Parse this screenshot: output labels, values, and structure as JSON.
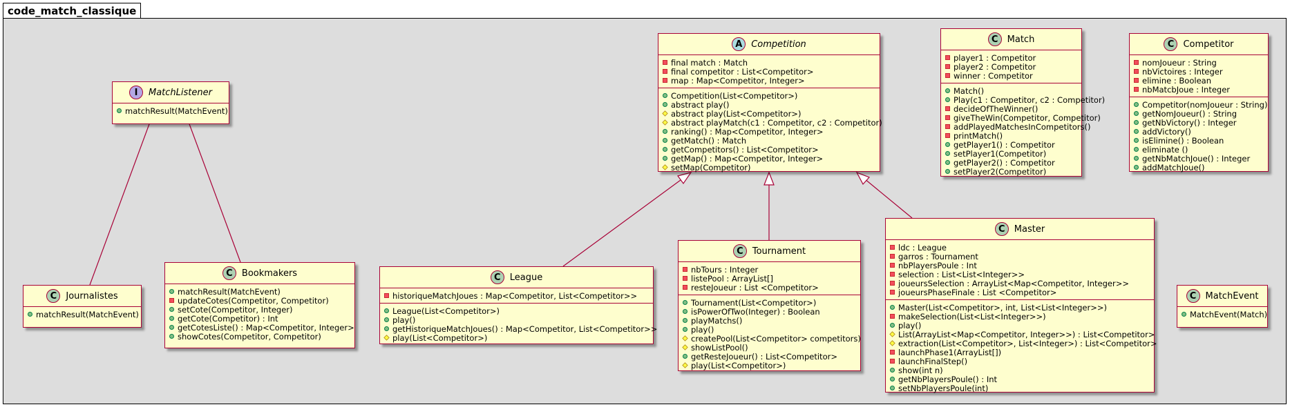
{
  "package": {
    "name": "code_match_classique"
  },
  "classes": [
    {
      "id": "competition",
      "name": "Competition",
      "stereo": "A",
      "abstract": true,
      "fields": [
        {
          "v": "private",
          "t": "final match : Match"
        },
        {
          "v": "private",
          "t": "final competitor : List<Competitor>"
        },
        {
          "v": "private",
          "t": "map : Map<Competitor, Integer>"
        }
      ],
      "methods": [
        {
          "v": "public",
          "t": "Competition(List<Competitor>)"
        },
        {
          "v": "public",
          "t": "abstract play()"
        },
        {
          "v": "protected",
          "t": "abstract play(List<Competitor>)"
        },
        {
          "v": "protected",
          "t": "abstract playMatch(c1 : Competitor, c2 : Competitor)"
        },
        {
          "v": "public",
          "t": "ranking() : Map<Competitor, Integer>"
        },
        {
          "v": "public",
          "t": "getMatch() : Match"
        },
        {
          "v": "public",
          "t": "getCompetitors() : List<Competitor>"
        },
        {
          "v": "public",
          "t": "getMap() : Map<Competitor, Integer>"
        },
        {
          "v": "protected",
          "t": "setMap(Competitor)"
        }
      ]
    },
    {
      "id": "match",
      "name": "Match",
      "stereo": "C",
      "abstract": false,
      "fields": [
        {
          "v": "private",
          "t": "player1 : Competitor"
        },
        {
          "v": "private",
          "t": "player2 : Competitor"
        },
        {
          "v": "private",
          "t": "winner : Competitor"
        }
      ],
      "methods": [
        {
          "v": "public",
          "t": "Match()"
        },
        {
          "v": "public",
          "t": "Play(c1 : Competitor, c2 : Competitor)"
        },
        {
          "v": "private",
          "t": "decideOfTheWinner()"
        },
        {
          "v": "private",
          "t": "giveTheWin(Competitor, Competitor)"
        },
        {
          "v": "private",
          "t": "addPlayedMatchesInCompetitors()"
        },
        {
          "v": "private",
          "t": "printMatch()"
        },
        {
          "v": "public",
          "t": "getPlayer1() : Competitor"
        },
        {
          "v": "public",
          "t": "setPlayer1(Competitor)"
        },
        {
          "v": "public",
          "t": "getPlayer2() : Competitor"
        },
        {
          "v": "public",
          "t": "setPlayer2(Competitor)"
        }
      ]
    },
    {
      "id": "competitor",
      "name": "Competitor",
      "stereo": "C",
      "abstract": false,
      "fields": [
        {
          "v": "private",
          "t": "nomJoueur : String"
        },
        {
          "v": "private",
          "t": "nbVictoires : Integer"
        },
        {
          "v": "private",
          "t": "elimine : Boolean"
        },
        {
          "v": "private",
          "t": "nbMatcbJoue : Integer"
        }
      ],
      "methods": [
        {
          "v": "public",
          "t": "Competitor(nomJoueur : String)"
        },
        {
          "v": "public",
          "t": "getNomJoueur() : String"
        },
        {
          "v": "public",
          "t": "getNbVictory() : Integer"
        },
        {
          "v": "public",
          "t": "addVictory()"
        },
        {
          "v": "public",
          "t": "isElimine() : Boolean"
        },
        {
          "v": "public",
          "t": "eliminate ()"
        },
        {
          "v": "public",
          "t": "getNbMatchJoue() : Integer"
        },
        {
          "v": "public",
          "t": "addMatchJoue()"
        }
      ]
    },
    {
      "id": "matchlistener",
      "name": "MatchListener",
      "stereo": "I",
      "abstract": true,
      "fields": [],
      "methods": [
        {
          "v": "public",
          "t": "matchResult(MatchEvent)"
        }
      ]
    },
    {
      "id": "journalistes",
      "name": "Journalistes",
      "stereo": "C",
      "abstract": false,
      "fields": [],
      "methods": [
        {
          "v": "public",
          "t": "matchResult(MatchEvent)"
        }
      ]
    },
    {
      "id": "bookmakers",
      "name": "Bookmakers",
      "stereo": "C",
      "abstract": false,
      "fields": [],
      "methods": [
        {
          "v": "public",
          "t": "matchResult(MatchEvent)"
        },
        {
          "v": "private",
          "t": "updateCotes(Competitor, Competitor)"
        },
        {
          "v": "public",
          "t": "setCote(Competitor, Integer)"
        },
        {
          "v": "public",
          "t": "getCote(Competitor) : Int"
        },
        {
          "v": "public",
          "t": "getCotesListe() : Map<Competitor, Integer>"
        },
        {
          "v": "public",
          "t": "showCotes(Competitor, Competitor)"
        }
      ]
    },
    {
      "id": "league",
      "name": "League",
      "stereo": "C",
      "abstract": false,
      "fields": [
        {
          "v": "private",
          "t": "historiqueMatchJoues : Map<Competitor, List<Competitor>>"
        }
      ],
      "methods": [
        {
          "v": "public",
          "t": "League(List<Competitor>)"
        },
        {
          "v": "public",
          "t": "play()"
        },
        {
          "v": "public",
          "t": "getHistoriqueMatchJoues() : Map<Competitor, List<Competitor>>"
        },
        {
          "v": "protected",
          "t": "play(List<Competitor>)"
        }
      ]
    },
    {
      "id": "tournament",
      "name": "Tournament",
      "stereo": "C",
      "abstract": false,
      "fields": [
        {
          "v": "private",
          "t": "nbTours : Integer"
        },
        {
          "v": "private",
          "t": "listePool : ArrayList[]"
        },
        {
          "v": "private",
          "t": "resteJoueur : List <Competitor>"
        }
      ],
      "methods": [
        {
          "v": "public",
          "t": "Tournament(List<Competitor>)"
        },
        {
          "v": "public",
          "t": "isPowerOfTwo(Integer) : Boolean"
        },
        {
          "v": "public",
          "t": "playMatchs()"
        },
        {
          "v": "public",
          "t": "play()"
        },
        {
          "v": "protected",
          "t": "createPool(List<Competitor> competitors)"
        },
        {
          "v": "protected",
          "t": "showListPool()"
        },
        {
          "v": "public",
          "t": "getResteJoueur() : List<Competitor>"
        },
        {
          "v": "protected",
          "t": "play(List<Competitor>)"
        }
      ]
    },
    {
      "id": "master",
      "name": "Master",
      "stereo": "C",
      "abstract": false,
      "fields": [
        {
          "v": "private",
          "t": "ldc : League"
        },
        {
          "v": "private",
          "t": "garros : Tournament"
        },
        {
          "v": "private",
          "t": "nbPlayersPoule : Int"
        },
        {
          "v": "private",
          "t": "selection : List<List<Integer>>"
        },
        {
          "v": "private",
          "t": "joueursSelection : ArrayList<Map<Competitor, Integer>>"
        },
        {
          "v": "private",
          "t": "joueursPhaseFinale : List <Competitor>"
        }
      ],
      "methods": [
        {
          "v": "public",
          "t": "Master(List<Competitor>, int, List<List<Integer>>)"
        },
        {
          "v": "private",
          "t": "makeSelection(List<List<Integer>>)"
        },
        {
          "v": "public",
          "t": "play()"
        },
        {
          "v": "protected",
          "t": "List(ArrayList<Map<Competitor, Integer>>) : List<Competitor>"
        },
        {
          "v": "protected",
          "t": "extraction(List<Competitor>, List<Integer>) : List<Competitor>"
        },
        {
          "v": "private",
          "t": "launchPhase1(ArrayList[])"
        },
        {
          "v": "private",
          "t": "launchFinalStep()"
        },
        {
          "v": "public",
          "t": "show(int n)"
        },
        {
          "v": "public",
          "t": "getNbPlayersPoule() : Int"
        },
        {
          "v": "public",
          "t": "setNbPlayersPoule(int)"
        }
      ]
    },
    {
      "id": "matchevent",
      "name": "MatchEvent",
      "stereo": "C",
      "abstract": false,
      "fields": [],
      "methods": [
        {
          "v": "public",
          "t": "MatchEvent(Match)"
        }
      ]
    }
  ],
  "relations": [
    {
      "from": "journalistes",
      "to": "matchlistener",
      "type": "realization"
    },
    {
      "from": "bookmakers",
      "to": "matchlistener",
      "type": "realization"
    },
    {
      "from": "league",
      "to": "competition",
      "type": "generalization"
    },
    {
      "from": "tournament",
      "to": "competition",
      "type": "generalization"
    },
    {
      "from": "master",
      "to": "competition",
      "type": "generalization"
    }
  ]
}
